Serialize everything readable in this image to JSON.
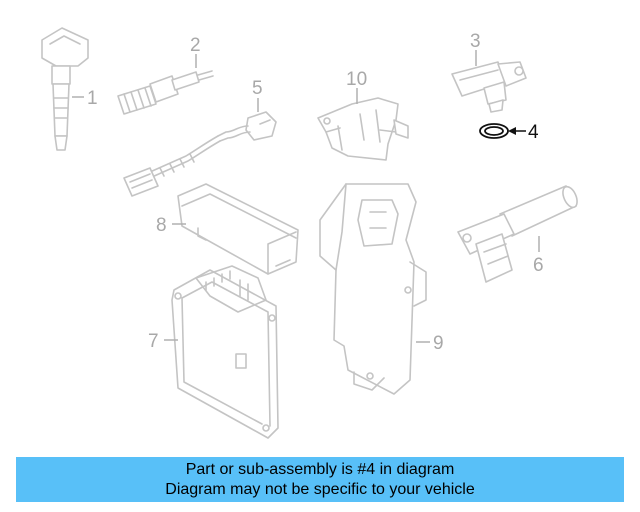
{
  "callouts": {
    "c1": "1",
    "c2": "2",
    "c3": "3",
    "c4": "4",
    "c5": "5",
    "c6": "6",
    "c7": "7",
    "c8": "8",
    "c9": "9",
    "c10": "10"
  },
  "highlighted_part": "4",
  "banner": {
    "line1": "Part or sub-assembly is #4 in diagram",
    "line2": "Diagram may not be specific to your vehicle",
    "background": "#58c0f8"
  },
  "colors": {
    "part_outline": "#c4c4c4",
    "label_inactive": "#a8a8a8",
    "label_active": "#111111"
  }
}
